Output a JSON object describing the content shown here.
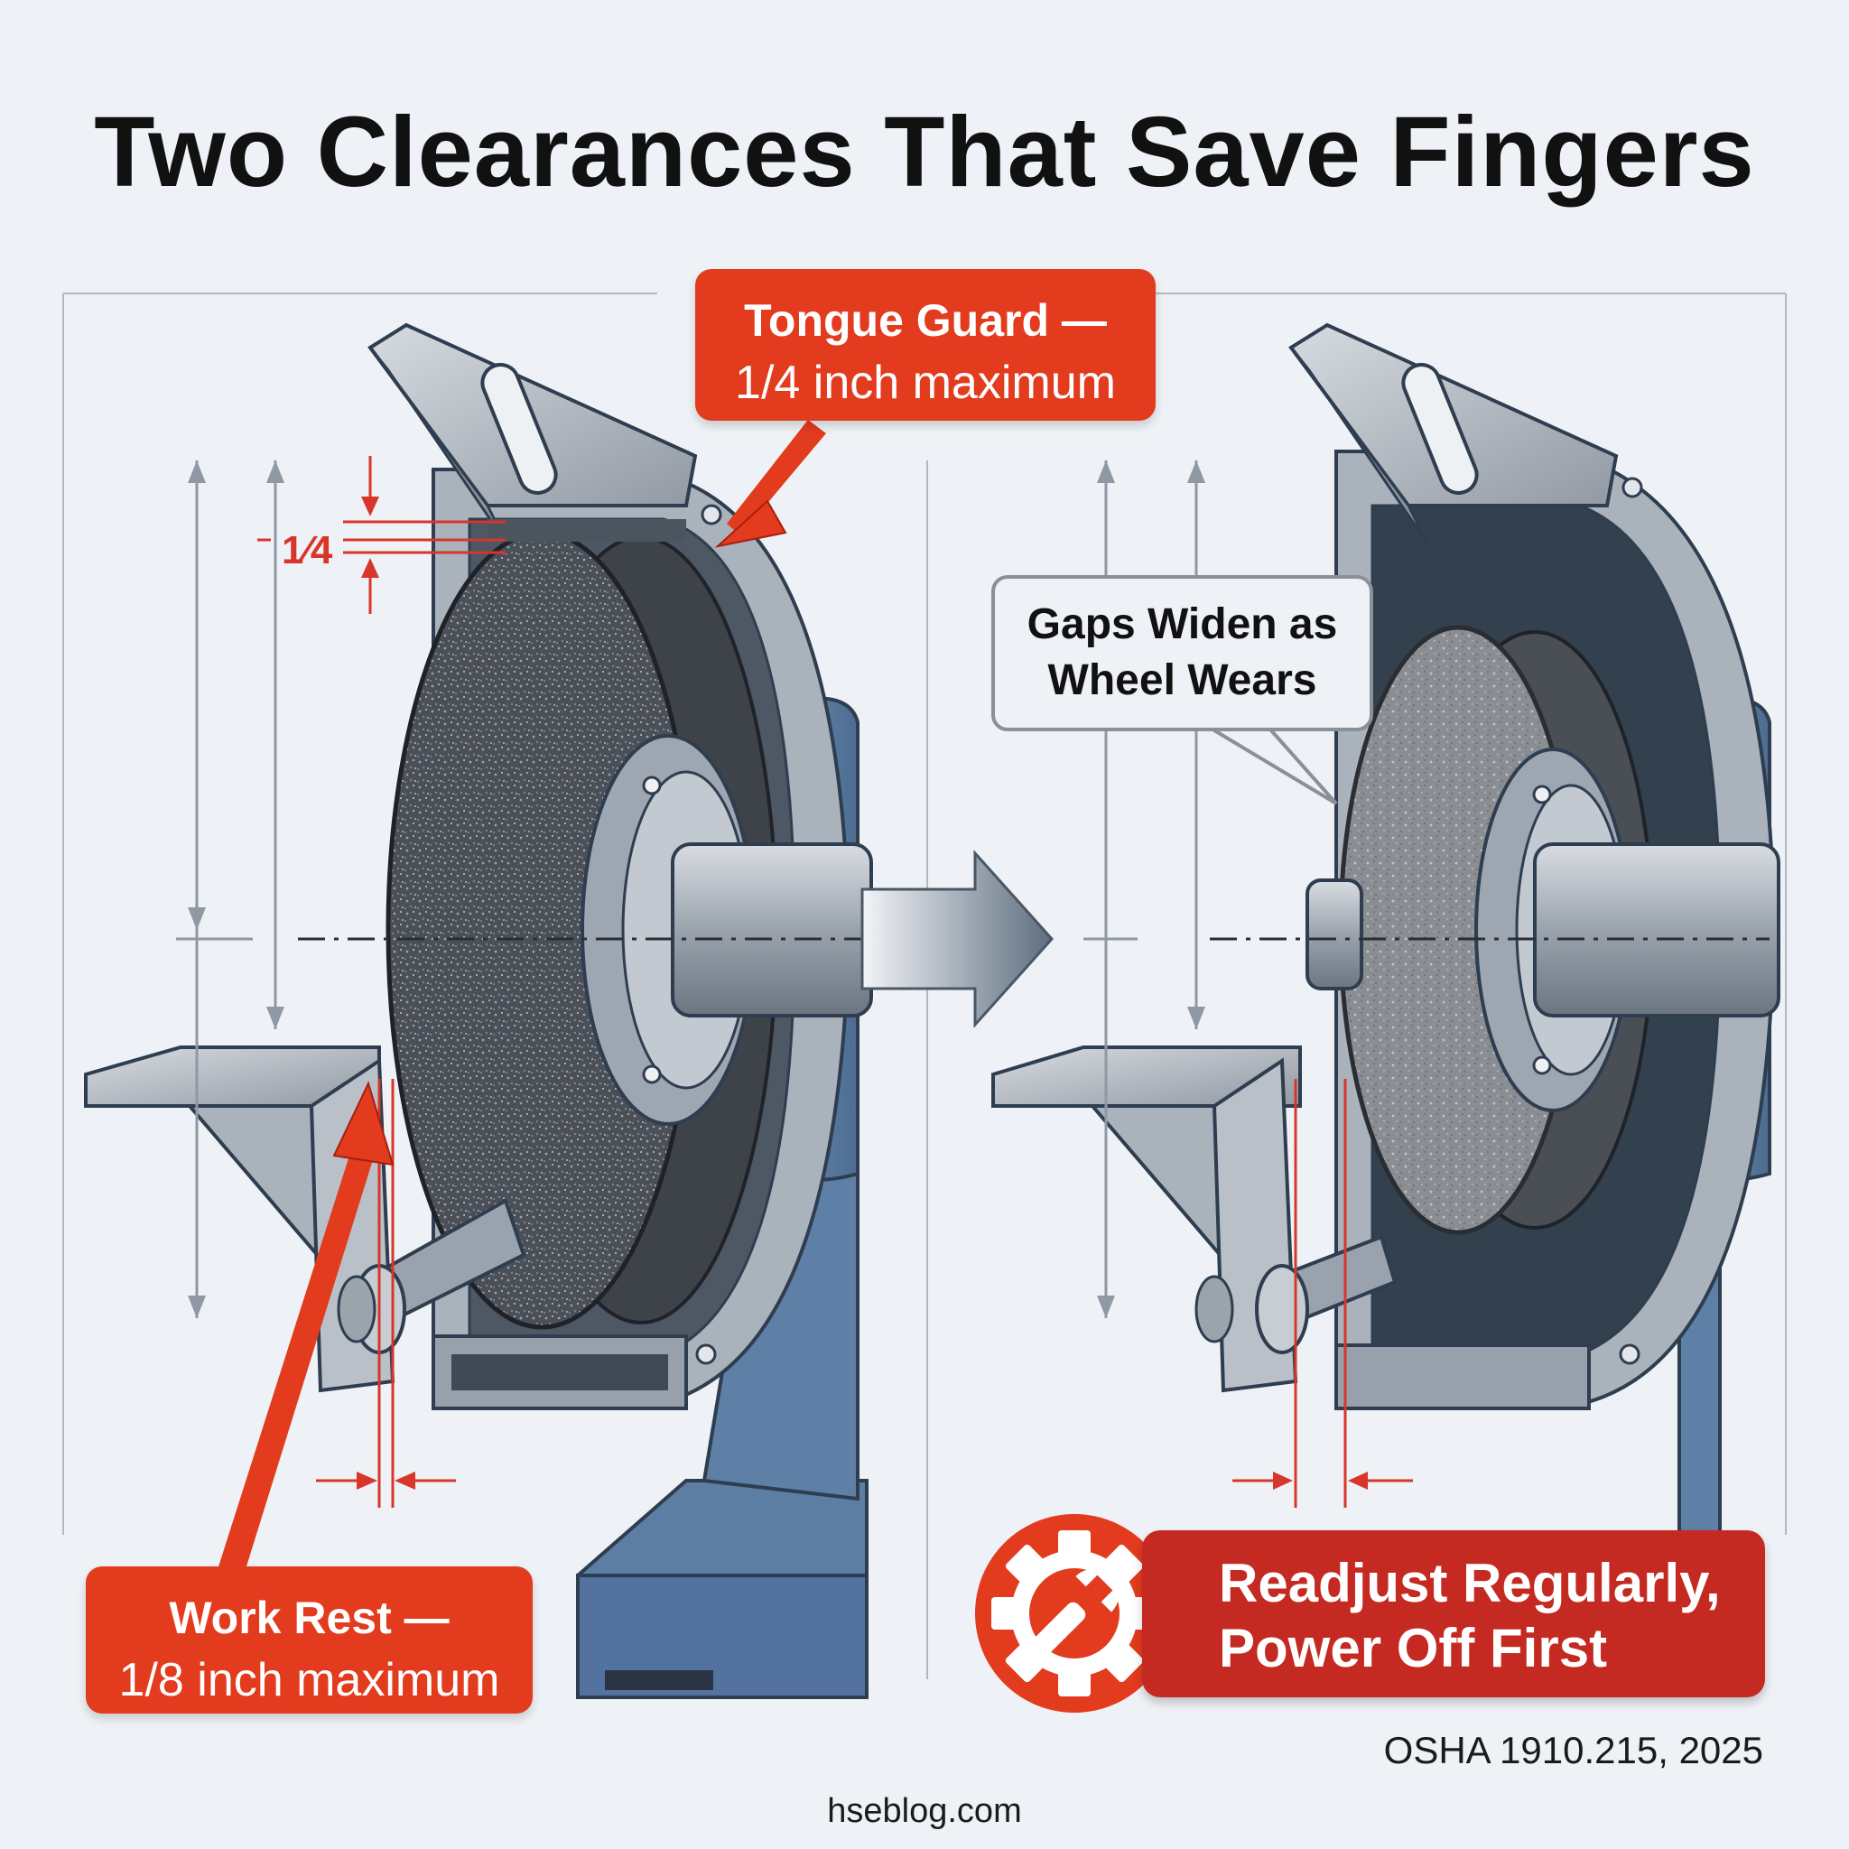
{
  "title": "Two Clearances That Save Fingers",
  "tongue_guard": {
    "label": "Tongue Guard —",
    "limit": "1/4 inch maximum"
  },
  "work_rest": {
    "label": "Work Rest —",
    "limit": "1/8 inch maximum"
  },
  "gap_marker": "1⁄4",
  "wear_note": {
    "line1": "Gaps Widen as",
    "line2": "Wheel Wears"
  },
  "action": {
    "line1": "Readjust Regularly,",
    "line2": "Power Off First",
    "icon": "gear-wrench-icon"
  },
  "source": "OSHA 1910.215, 2025",
  "footer": "hseblog.com",
  "colors": {
    "accent_red": "#e23b1e",
    "banner_red": "#c42a22",
    "machine_blue": "#5d7ea3",
    "steel": "#aeb6bf",
    "wheel_dark": "#4a4f57",
    "wheel_worn": "#8b8e92"
  }
}
